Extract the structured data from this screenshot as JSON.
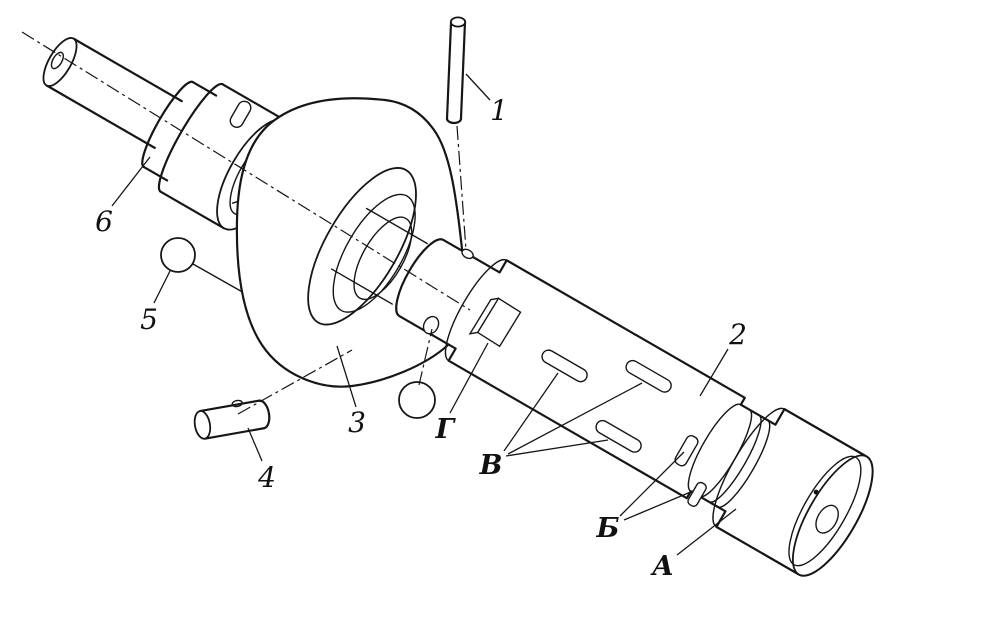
{
  "figure": {
    "kind": "exploded technical line drawing",
    "colors": {
      "line": "#161616",
      "background": "#ffffff"
    },
    "labels": {
      "n1": "1",
      "n2": "2",
      "n3": "3",
      "n4": "4",
      "n5": "5",
      "n6": "6",
      "g": "Г",
      "v": "В",
      "b": "Б",
      "a": "А"
    }
  }
}
